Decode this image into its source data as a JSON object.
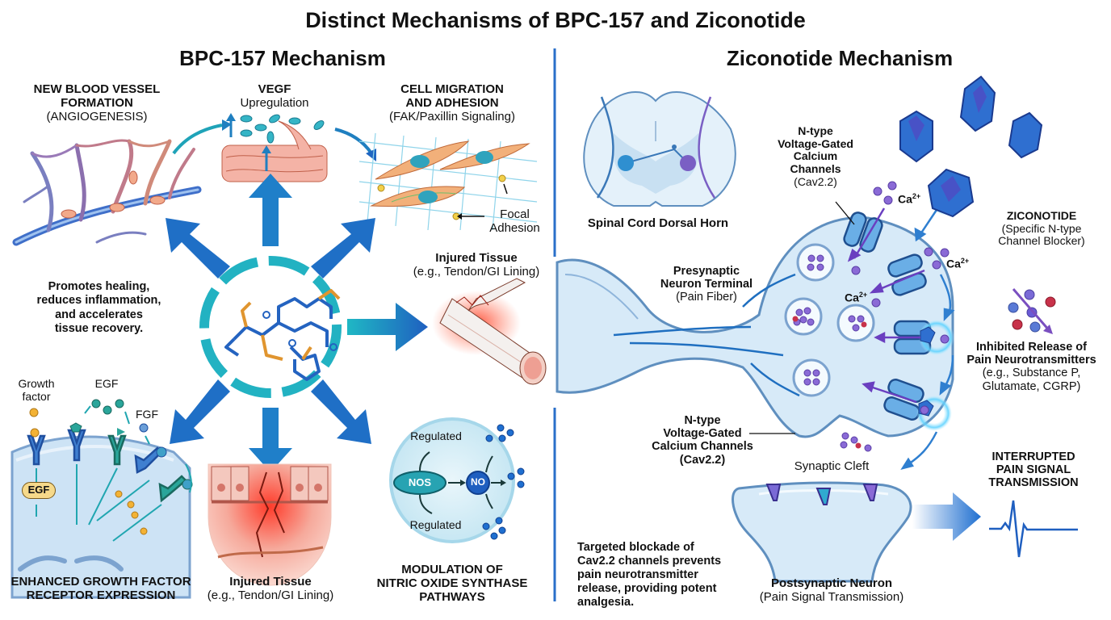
{
  "title": "Distinct Mechanisms of BPC-157 and Ziconotide",
  "colors": {
    "divider": "#2a6fc9",
    "teal": "#1fb2c0",
    "blue": "#1f66c2",
    "purple": "#6a4bc4",
    "vessel_red": "#e58a7a",
    "membrane": "#b9d8f0",
    "orange": "#e0952f"
  },
  "bpc": {
    "heading": "BPC-157 Mechanism",
    "angiogenesis": {
      "title_line1": "NEW BLOOD VESSEL",
      "title_line2": "FORMATION",
      "subtitle": "(ANGIOGENESIS)"
    },
    "vegf": {
      "title": "VEGF",
      "subtitle": "Upregulation"
    },
    "migration": {
      "title_line1": "CELL MIGRATION",
      "title_line2": "AND ADHESION",
      "subtitle": "(FAK/Paxillin Signaling)",
      "focal_label_line1": "Focal",
      "focal_label_line2": "Adhesion"
    },
    "summary": {
      "line1": "Promotes healing,",
      "line2": "reduces inflammation,",
      "line3": "and accelerates",
      "line4": "tissue recovery."
    },
    "injured_right": {
      "title": "Injured Tissue",
      "subtitle": "(e.g., Tendon/GI Lining)"
    },
    "growth_factor": {
      "growth_factor_label_line1": "Growth",
      "growth_factor_label_line2": "factor",
      "egf_label": "EGF",
      "fgf_label": "FGF",
      "egf_box": "EGF",
      "title_line1": "ENHANCED GROWTH FACTOR",
      "title_line2": "RECEPTOR EXPRESSION"
    },
    "injured_bottom": {
      "title": "Injured Tissue",
      "subtitle": "(e.g., Tendon/GI Lining)"
    },
    "nos": {
      "regulated_top": "Regulated",
      "regulated_bottom": "Regulated",
      "nos_label": "NOS",
      "no_label": "NO",
      "title_line1": "MODULATION OF",
      "title_line2": "NITRIC OXIDE SYNTHASE",
      "title_line3": "PATHWAYS"
    }
  },
  "zic": {
    "heading": "Ziconotide Mechanism",
    "spinal_label": "Spinal Cord Dorsal Horn",
    "channel_top": {
      "line1": "N-type",
      "line2": "Voltage-Gated",
      "line3": "Calcium",
      "line4": "Channels",
      "line5": "(Cav2.2)"
    },
    "ca_label": "Ca",
    "ca_sup": "2+",
    "ziconotide": {
      "title": "ZICONOTIDE",
      "sub1": "(Specific N-type",
      "sub2": "Channel Blocker)"
    },
    "presynaptic": {
      "line1": "Presynaptic",
      "line2": "Neuron Terminal",
      "line3": "(Pain Fiber)"
    },
    "inhibited": {
      "line1": "Inhibited Release of",
      "line2": "Pain Neurotransmitters",
      "line3": "(e.g., Substance P,",
      "line4": "Glutamate, CGRP)"
    },
    "channel_bottom": {
      "line1": "N-type",
      "line2": "Voltage-Gated",
      "line3": "Calcium Channels",
      "line4": "(Cav2.2)"
    },
    "synaptic_cleft": "Synaptic Cleft",
    "interrupted": {
      "line1": "INTERRUPTED",
      "line2": "PAIN SIGNAL",
      "line3": "TRANSMISSION"
    },
    "summary": {
      "line1": "Targeted blockade of",
      "line2": "Cav2.2 channels prevents",
      "line3": "pain neurotransmitter",
      "line4": "release, providing potent",
      "line5": "analgesia."
    },
    "postsynaptic": {
      "title": "Postsynaptic Neuron",
      "subtitle": "(Pain Signal Transmission)"
    }
  }
}
